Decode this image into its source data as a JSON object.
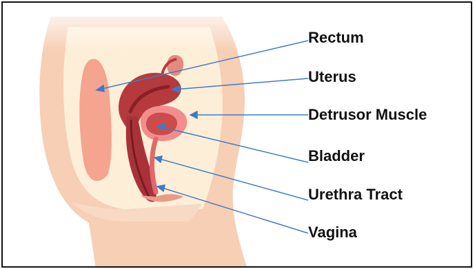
{
  "labels": {
    "rectum": "Rectum",
    "uterus": "Uterus",
    "detrusor_muscle": "Detrusor Muscle",
    "bladder": "Bladder",
    "urethra_tract": "Urethra Tract",
    "vagina": "Vagina"
  },
  "colors": {
    "skin": "#f6cfb5",
    "skin_light": "#fbe4d3",
    "tissue": "#fdeed8",
    "rectum": "#f4a48f",
    "uterus": "#b53a3e",
    "uterus_dark": "#8a1f25",
    "bladder_outer": "#f28d8d",
    "bladder_inner": "#cc4b4b",
    "leader_line": "#3f7bc4"
  }
}
